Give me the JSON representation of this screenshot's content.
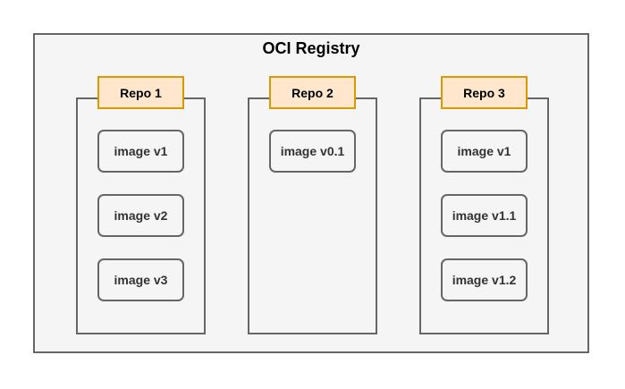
{
  "registry": {
    "title": "OCI Registry"
  },
  "repos": [
    {
      "label": "Repo 1",
      "images": [
        "image v1",
        "image v2",
        "image v3"
      ]
    },
    {
      "label": "Repo 2",
      "images": [
        "image v0.1"
      ]
    },
    {
      "label": "Repo 3",
      "images": [
        "image v1",
        "image v1.1",
        "image v1.2"
      ]
    }
  ],
  "colors": {
    "registry_fill": "#f5f5f5",
    "registry_stroke": "#666666",
    "repo_label_fill": "#ffe6cc",
    "repo_label_stroke": "#d79b00",
    "image_text": "#333333"
  }
}
